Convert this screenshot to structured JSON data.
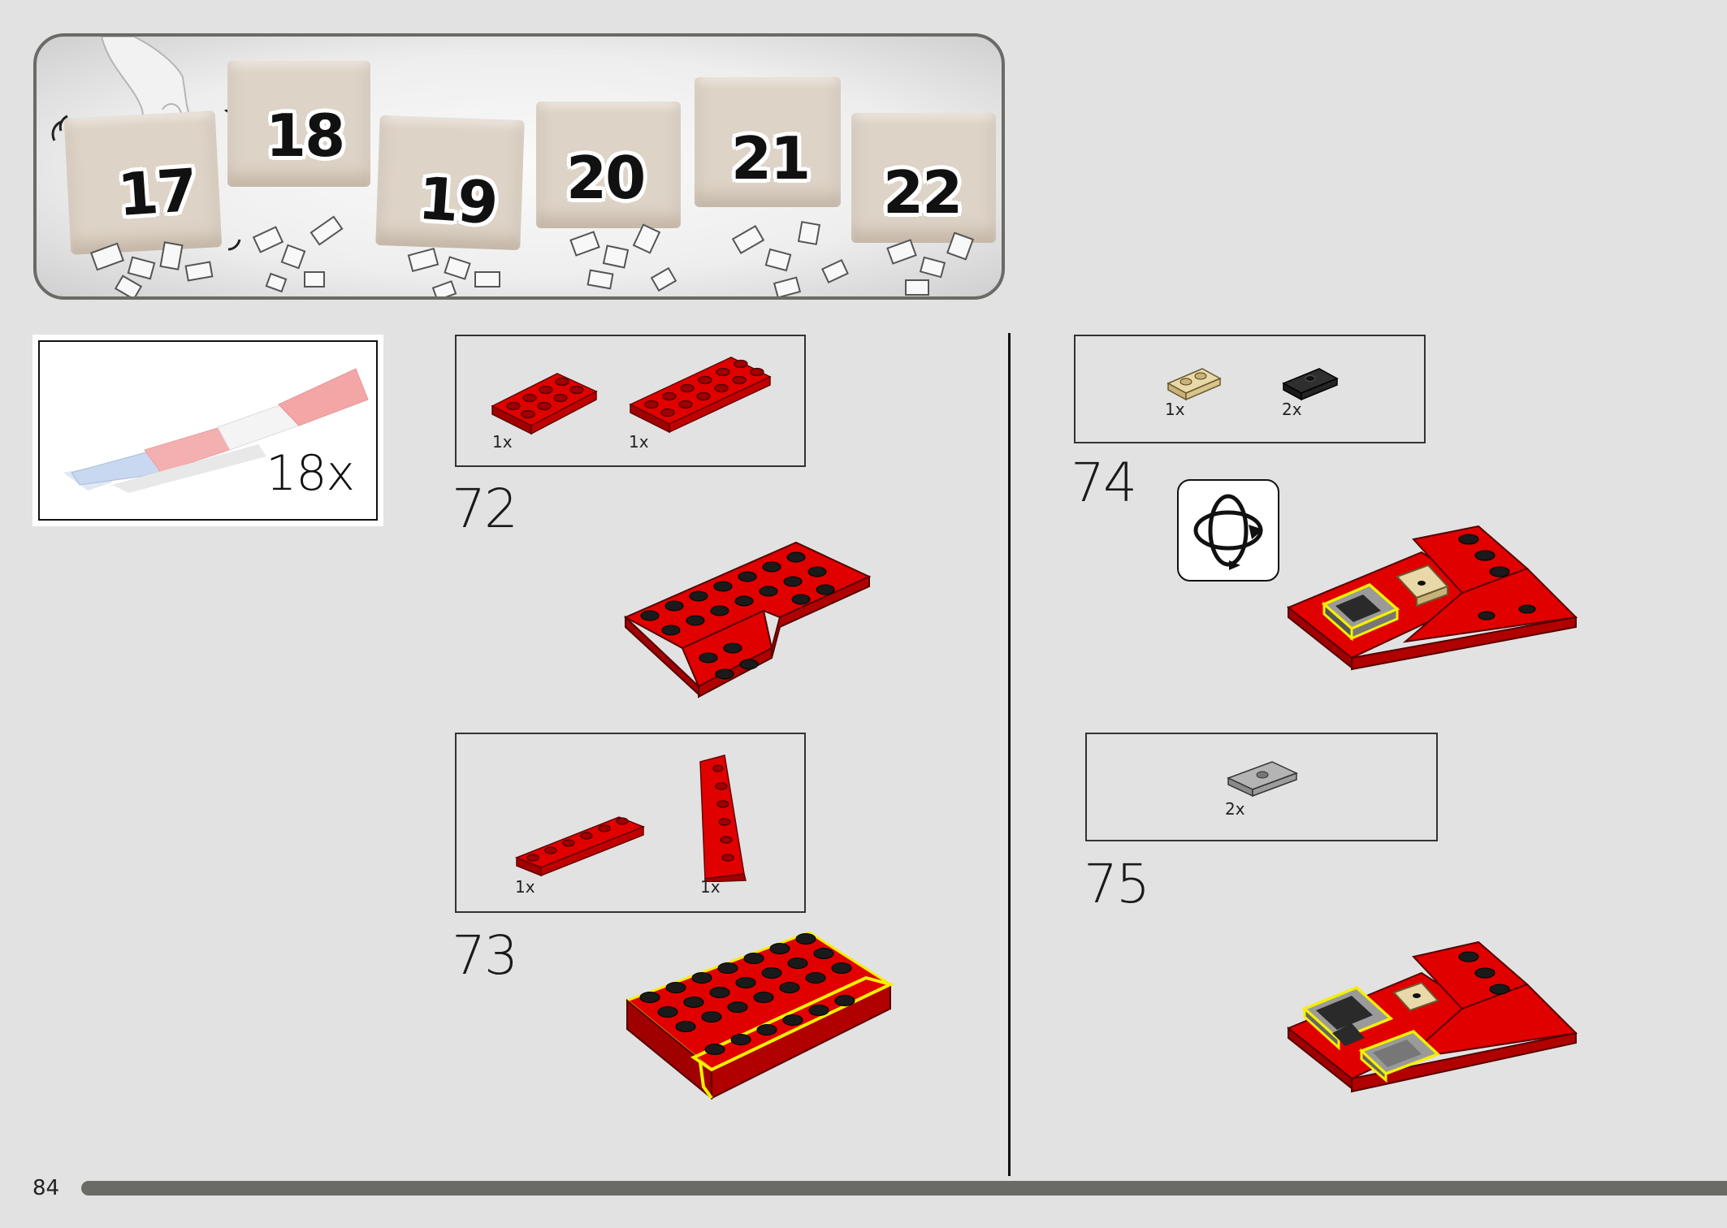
{
  "bags": [
    {
      "number": "17"
    },
    {
      "number": "18"
    },
    {
      "number": "19"
    },
    {
      "number": "20"
    },
    {
      "number": "21"
    },
    {
      "number": "22"
    }
  ],
  "submodel": {
    "quantity": "18x"
  },
  "steps": [
    {
      "number": "72",
      "parts": [
        {
          "qty": "1x",
          "color": "red",
          "name": "plate-2x4"
        },
        {
          "qty": "1x",
          "color": "red",
          "name": "plate-2x6"
        }
      ]
    },
    {
      "number": "73",
      "parts": [
        {
          "qty": "1x",
          "color": "red",
          "name": "plate-1x6"
        },
        {
          "qty": "1x",
          "color": "red",
          "name": "wedge-plate"
        }
      ]
    },
    {
      "number": "74",
      "parts": [
        {
          "qty": "1x",
          "color": "tan",
          "name": "plate-1x2"
        },
        {
          "qty": "2x",
          "color": "black",
          "name": "jumper-plate-1x2"
        }
      ]
    },
    {
      "number": "75",
      "parts": [
        {
          "qty": "2x",
          "color": "grey",
          "name": "jumper-plate-1x2"
        }
      ]
    }
  ],
  "rotate_icon": "rotate-model-icon",
  "page": {
    "number": "84",
    "progress": 0.97
  },
  "colors": {
    "red": "#d40000",
    "tan": "#e6d3a0",
    "black": "#2a2a2a",
    "grey": "#a8a8a8",
    "highlight": "#f5f000"
  }
}
